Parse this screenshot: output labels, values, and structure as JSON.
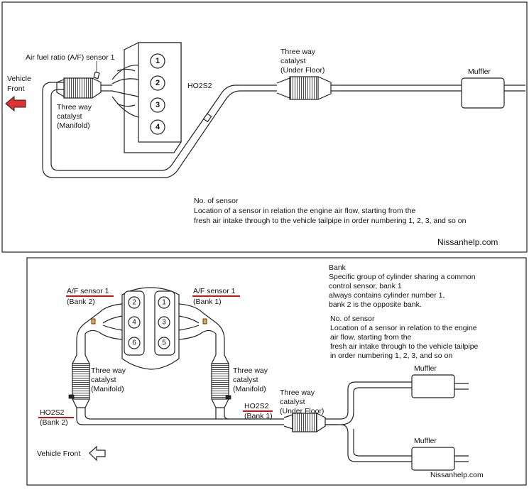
{
  "top_diagram": {
    "vehicle_front": [
      "Vehicle",
      "Front"
    ],
    "af_sensor_label": "Air fuel ratio (A/F) sensor 1",
    "manifold_catalyst": [
      "Three way",
      "catalyst",
      "(Manifold)"
    ],
    "ho2s2_label": "HO2S2",
    "underfloor_catalyst": [
      "Three way",
      "catalyst",
      "(Under Floor)"
    ],
    "muffler_label": "Muffler",
    "cylinders": [
      "1",
      "2",
      "3",
      "4"
    ],
    "no_of_sensor": [
      "No. of sensor",
      "Location of a sensor in relation the engine air flow, starting from the",
      "fresh air intake through to the vehicle tailpipe in order numbering 1, 2, 3, and so on"
    ],
    "watermark": "Nissanhelp.com"
  },
  "bottom_diagram": {
    "af_sensor_bank2": [
      "A/F sensor 1",
      "(Bank 2)"
    ],
    "af_sensor_bank1": [
      "A/F sensor 1",
      "(Bank 1)"
    ],
    "cylinders_left": [
      "2",
      "4",
      "6"
    ],
    "cylinders_right": [
      "1",
      "3",
      "5"
    ],
    "left_catalyst": [
      "Three way",
      "catalyst",
      "(Manifold)"
    ],
    "right_catalyst": [
      "Three way",
      "catalyst",
      "(Manifold)"
    ],
    "ho2s2_bank2": [
      "HO2S2",
      "(Bank 2)"
    ],
    "ho2s2_bank1": [
      "HO2S2",
      "(Bank 1)"
    ],
    "underfloor_catalyst": [
      "Three way",
      "catalyst",
      "(Under Floor)"
    ],
    "muffler_top": "Muffler",
    "muffler_bottom": "Muffler",
    "vehicle_front": "Vehicle Front",
    "bank_note": [
      "Bank",
      "Specific group of cylinder sharing a common",
      "control sensor, bank 1",
      "always contains cylinder number 1,",
      "bank 2 is the opposite bank."
    ],
    "no_of_sensor": [
      "No. of sensor",
      "Location of a sensor in relation to the engine",
      "air flow, starting from the",
      "fresh air intake through to the vehicle tailpipe",
      "in order numbering 1, 2, 3, and so on"
    ],
    "watermark": "Nissanhelp.com"
  },
  "colors": {
    "arrow_red": "#e03030",
    "underline_red": "#cc1111"
  }
}
